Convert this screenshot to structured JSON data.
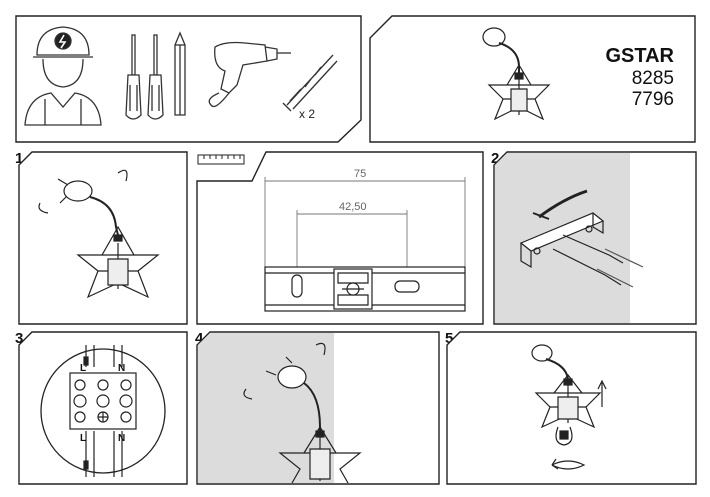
{
  "product": {
    "name": "GSTAR",
    "code_line1": "8285",
    "code_line2": "7796"
  },
  "tools": {
    "anchor_count": "x 2"
  },
  "steps": {
    "s1": "1",
    "s2": "2",
    "s3": "3",
    "s4": "4",
    "s5": "5"
  },
  "dimensions": {
    "outer": "75",
    "inner": "42,50"
  },
  "wiring": {
    "top_left": "L",
    "top_right": "N",
    "bottom_left": "L",
    "bottom_right": "N"
  }
}
